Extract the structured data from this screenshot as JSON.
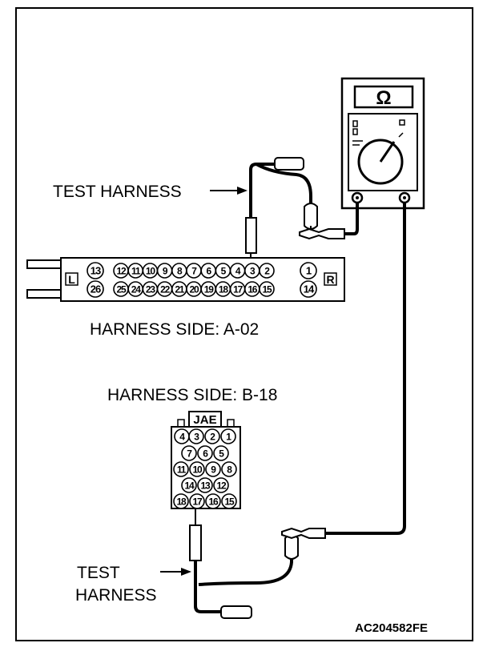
{
  "labels": {
    "test_harness_top": "TEST HARNESS",
    "test_harness_bottom_line1": "TEST",
    "test_harness_bottom_line2": "HARNESS",
    "harness_side_a": "HARNESS SIDE: A-02",
    "harness_side_b": "HARNESS SIDE: B-18",
    "figure_code": "AC204582FE"
  },
  "ohmmeter": {
    "symbol": "Ω"
  },
  "connector_a02": {
    "left_marker": "L",
    "right_marker": "R",
    "top_row": [
      "13",
      "12",
      "11",
      "10",
      "9",
      "8",
      "7",
      "6",
      "5",
      "4",
      "3",
      "2",
      "1"
    ],
    "bottom_row": [
      "26",
      "25",
      "24",
      "23",
      "22",
      "21",
      "20",
      "19",
      "18",
      "17",
      "16",
      "15",
      "14"
    ]
  },
  "connector_b18": {
    "brand": "JAE",
    "row1": [
      "4",
      "3",
      "2",
      "1"
    ],
    "row2": [
      "7",
      "6",
      "5"
    ],
    "row3": [
      "11",
      "10",
      "9",
      "8"
    ],
    "row4": [
      "14",
      "13",
      "12"
    ],
    "row5": [
      "18",
      "17",
      "16",
      "15"
    ]
  }
}
